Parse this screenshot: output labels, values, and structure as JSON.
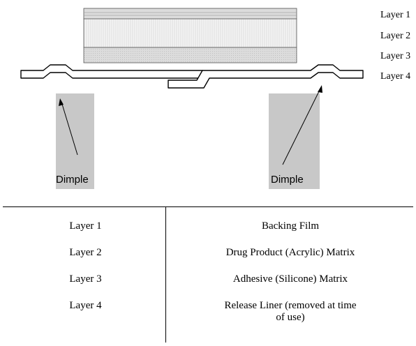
{
  "diagram": {
    "layer_labels": [
      "Layer 1",
      "Layer 2",
      "Layer 3",
      "Layer 4"
    ],
    "dimple_labels": [
      "Dimple",
      "Dimple"
    ],
    "colors": {
      "layer1": "#e2e2e2",
      "layer2": "#f2f2f2",
      "layer3": "#d9d9d9",
      "dimple_box": "#c8c8c8",
      "outline": "#000000"
    }
  },
  "table": {
    "rows": [
      {
        "layer": "Layer 1",
        "description": "Backing Film"
      },
      {
        "layer": "Layer 2",
        "description": "Drug Product (Acrylic) Matrix"
      },
      {
        "layer": "Layer 3",
        "description": "Adhesive (Silicone) Matrix"
      },
      {
        "layer": "Layer 4",
        "description_line1": "Release Liner (removed at time",
        "description_line2": "of use)"
      }
    ]
  }
}
